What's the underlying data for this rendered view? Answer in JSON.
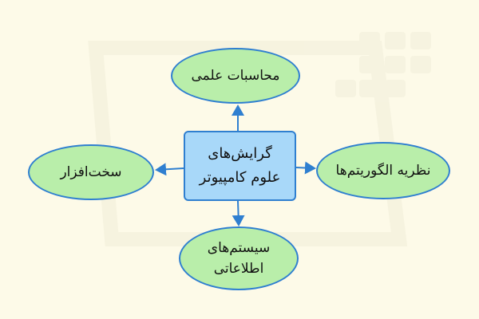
{
  "diagram": {
    "center": "گرایش‌های\nعلوم کامپیوتر",
    "top": "محاسبات علمی",
    "right": "نظریه الگوریتم‌ها",
    "bottom": "سیستم‌های\nاطلاعاتی",
    "left": "سخت‌افزار"
  },
  "colors": {
    "background": "#fdfae8",
    "ellipse_fill": "#b9eeaa",
    "center_fill": "#a8d8f9",
    "stroke": "#2f7fd0"
  }
}
